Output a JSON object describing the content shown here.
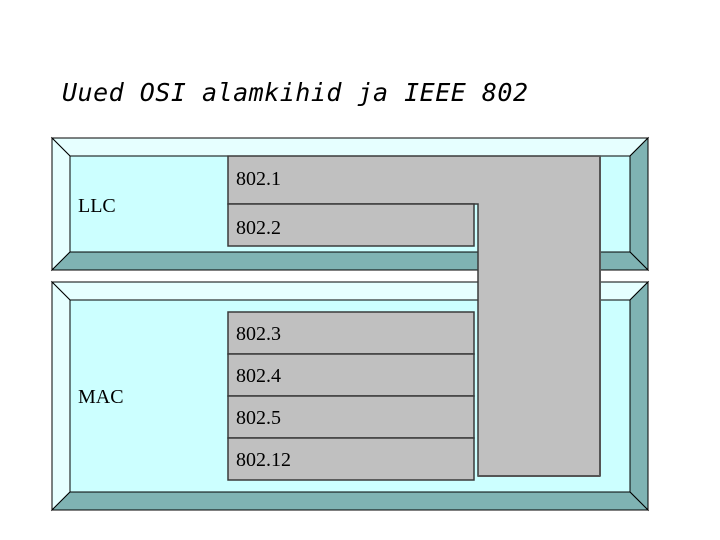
{
  "title": "Uued OSI alamkihid ja IEEE 802",
  "layers": {
    "llc": {
      "label": "LLC"
    },
    "mac": {
      "label": "MAC"
    }
  },
  "standards": {
    "s8021": "802.1",
    "s8022": "802.2",
    "s8023": "802.3",
    "s8024": "802.4",
    "s8025": "802.5",
    "s80212": "802.12"
  },
  "colors": {
    "panel_face": "#ccffff",
    "bevel_light": "#e6ffff",
    "bevel_dark": "#7fb3b3",
    "box_fill": "#c0c0c0",
    "box_edge": "#3a3a3a"
  }
}
